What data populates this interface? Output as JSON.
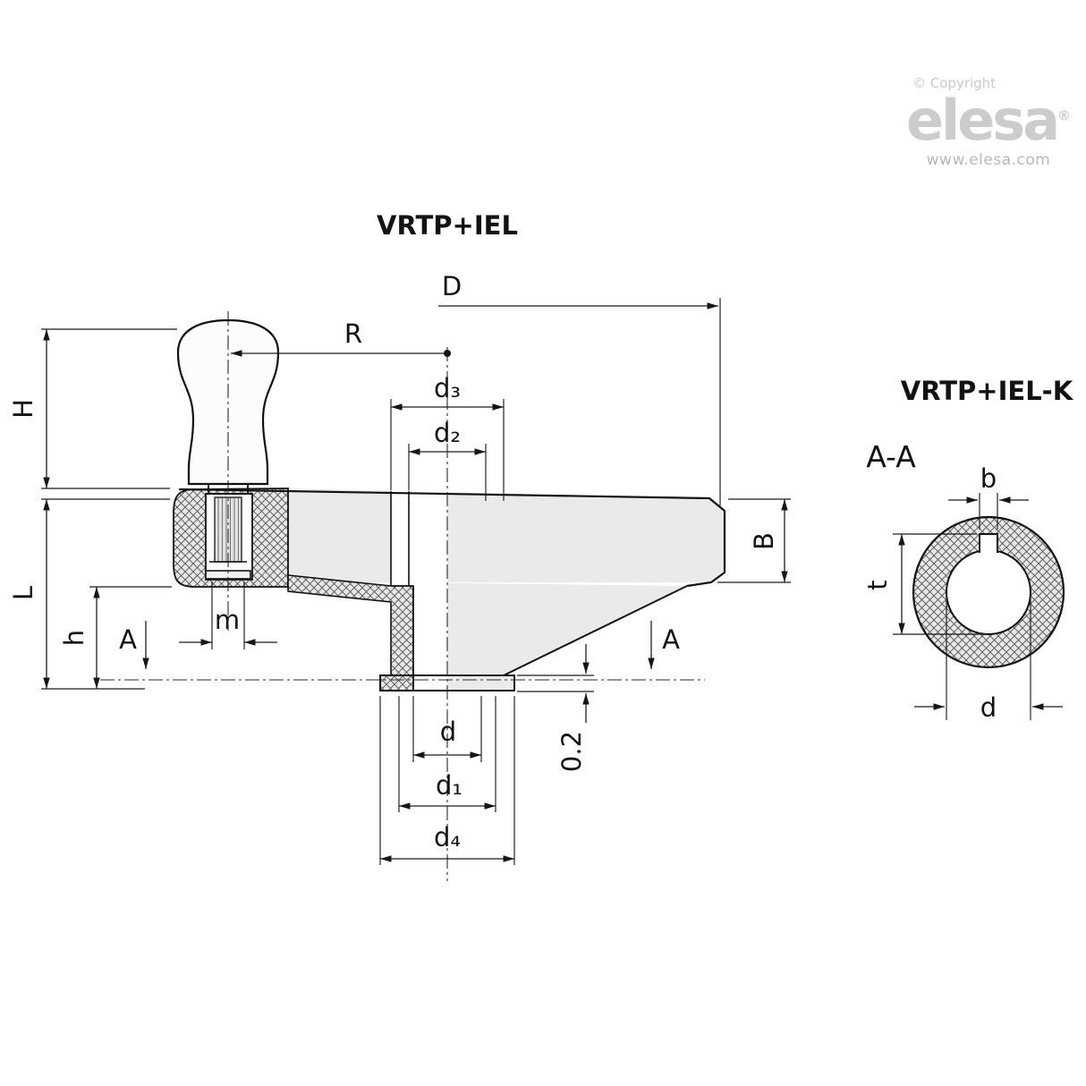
{
  "branding": {
    "copyright": "© Copyright",
    "logo": "elesa",
    "registered": "®",
    "website": "www.elesa.com"
  },
  "titles": {
    "main": "VRTP+IEL",
    "variant": "VRTP+IEL-K",
    "section": "A-A"
  },
  "dims": {
    "D": "D",
    "R": "R",
    "d3": "d₃",
    "d2": "d₂",
    "H": "H",
    "L": "L",
    "h": "h",
    "m": "m",
    "A_left": "A",
    "A_right": "A",
    "B": "B",
    "d_bore": "d",
    "d1": "d₁",
    "d4": "d₄",
    "protrusion": "0.2",
    "b": "b",
    "t": "t",
    "d_section": "d"
  }
}
